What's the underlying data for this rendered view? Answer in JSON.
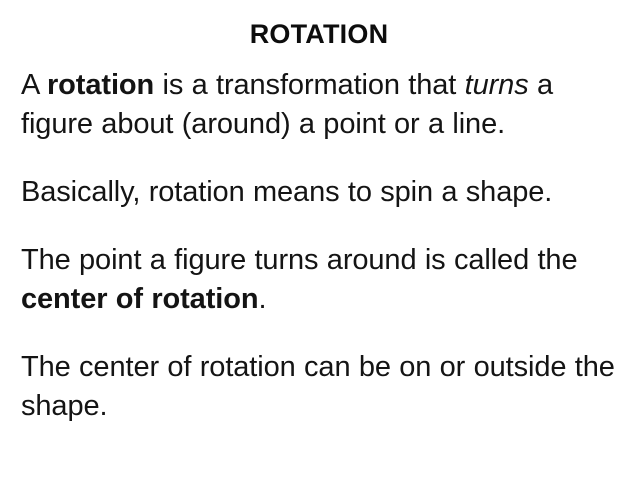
{
  "slide": {
    "title": "ROTATION",
    "background_color": "#ffffff",
    "text_color": "#141414",
    "paragraphs": [
      {
        "id": "definition",
        "runs": [
          {
            "text": "A ",
            "style": "regular"
          },
          {
            "text": "rotation",
            "style": "bold"
          },
          {
            "text": " is a transformation that ",
            "style": "regular"
          },
          {
            "text": "turns",
            "style": "italic"
          },
          {
            "text": " a figure about (around) a point or a line.",
            "style": "regular"
          }
        ],
        "plain": "A rotation is a transformation that turns a figure about (around) a point or a line."
      },
      {
        "id": "basic-meaning",
        "runs": [
          {
            "text": "Basically, rotation means to spin a shape.",
            "style": "regular"
          }
        ],
        "plain": "Basically, rotation means to spin a shape."
      },
      {
        "id": "center-definition",
        "runs": [
          {
            "text": "The point a figure turns around is called the ",
            "style": "regular"
          },
          {
            "text": "center of rotation",
            "style": "bold"
          },
          {
            "text": ".",
            "style": "regular"
          }
        ],
        "plain": "The point a figure turns around is called the center of rotation."
      },
      {
        "id": "center-location",
        "runs": [
          {
            "text": "The center of rotation can be on or outside the shape.",
            "style": "regular"
          }
        ],
        "plain": "The center of rotation can be on or outside the shape."
      }
    ]
  }
}
